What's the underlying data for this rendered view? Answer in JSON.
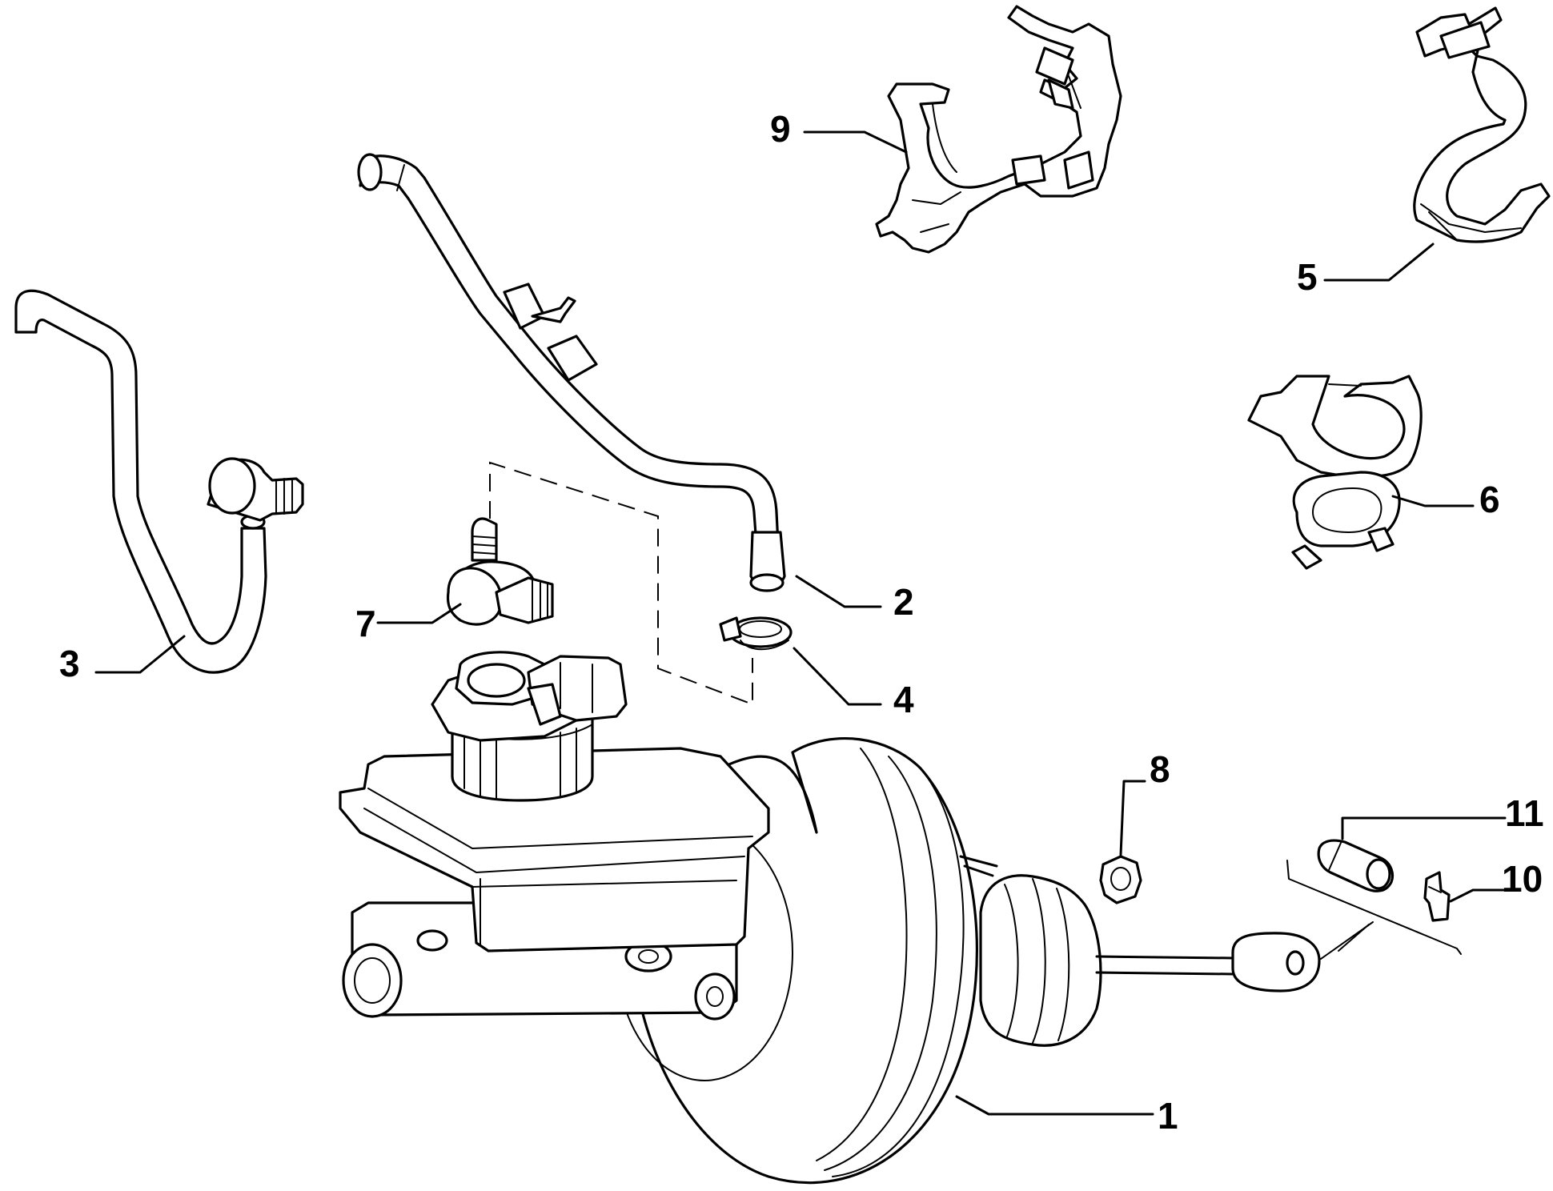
{
  "callouts": {
    "c1": "1",
    "c2": "2",
    "c3": "3",
    "c4": "4",
    "c5": "5",
    "c6": "6",
    "c7": "7",
    "c8": "8",
    "c9": "9",
    "c10": "10",
    "c11": "11"
  },
  "parts": {
    "p1": "brake-servo-and-master-cylinder",
    "p2": "vacuum-hose",
    "p3": "hose",
    "p4": "hose-clamp",
    "p5": "clip",
    "p6": "double-clip",
    "p7": "check-valve",
    "p8": "nut",
    "p9": "bracket",
    "p10": "clip",
    "p11": "pin"
  },
  "colors": {
    "ink": "#000000",
    "paper": "#ffffff"
  }
}
